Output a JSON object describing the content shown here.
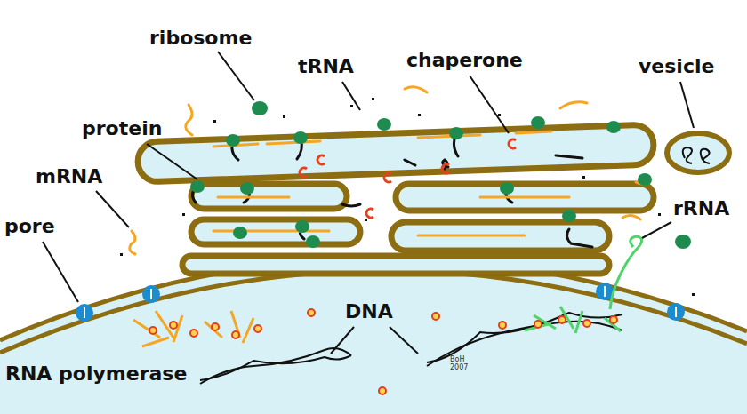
{
  "diagram": {
    "labels": [
      "ribosome",
      "tRNA",
      "chaperone",
      "vesicle",
      "protein",
      "mRNA",
      "pore",
      "rRNA",
      "DNA",
      "RNA polymerase",
      "BoH 2007"
    ]
  }
}
